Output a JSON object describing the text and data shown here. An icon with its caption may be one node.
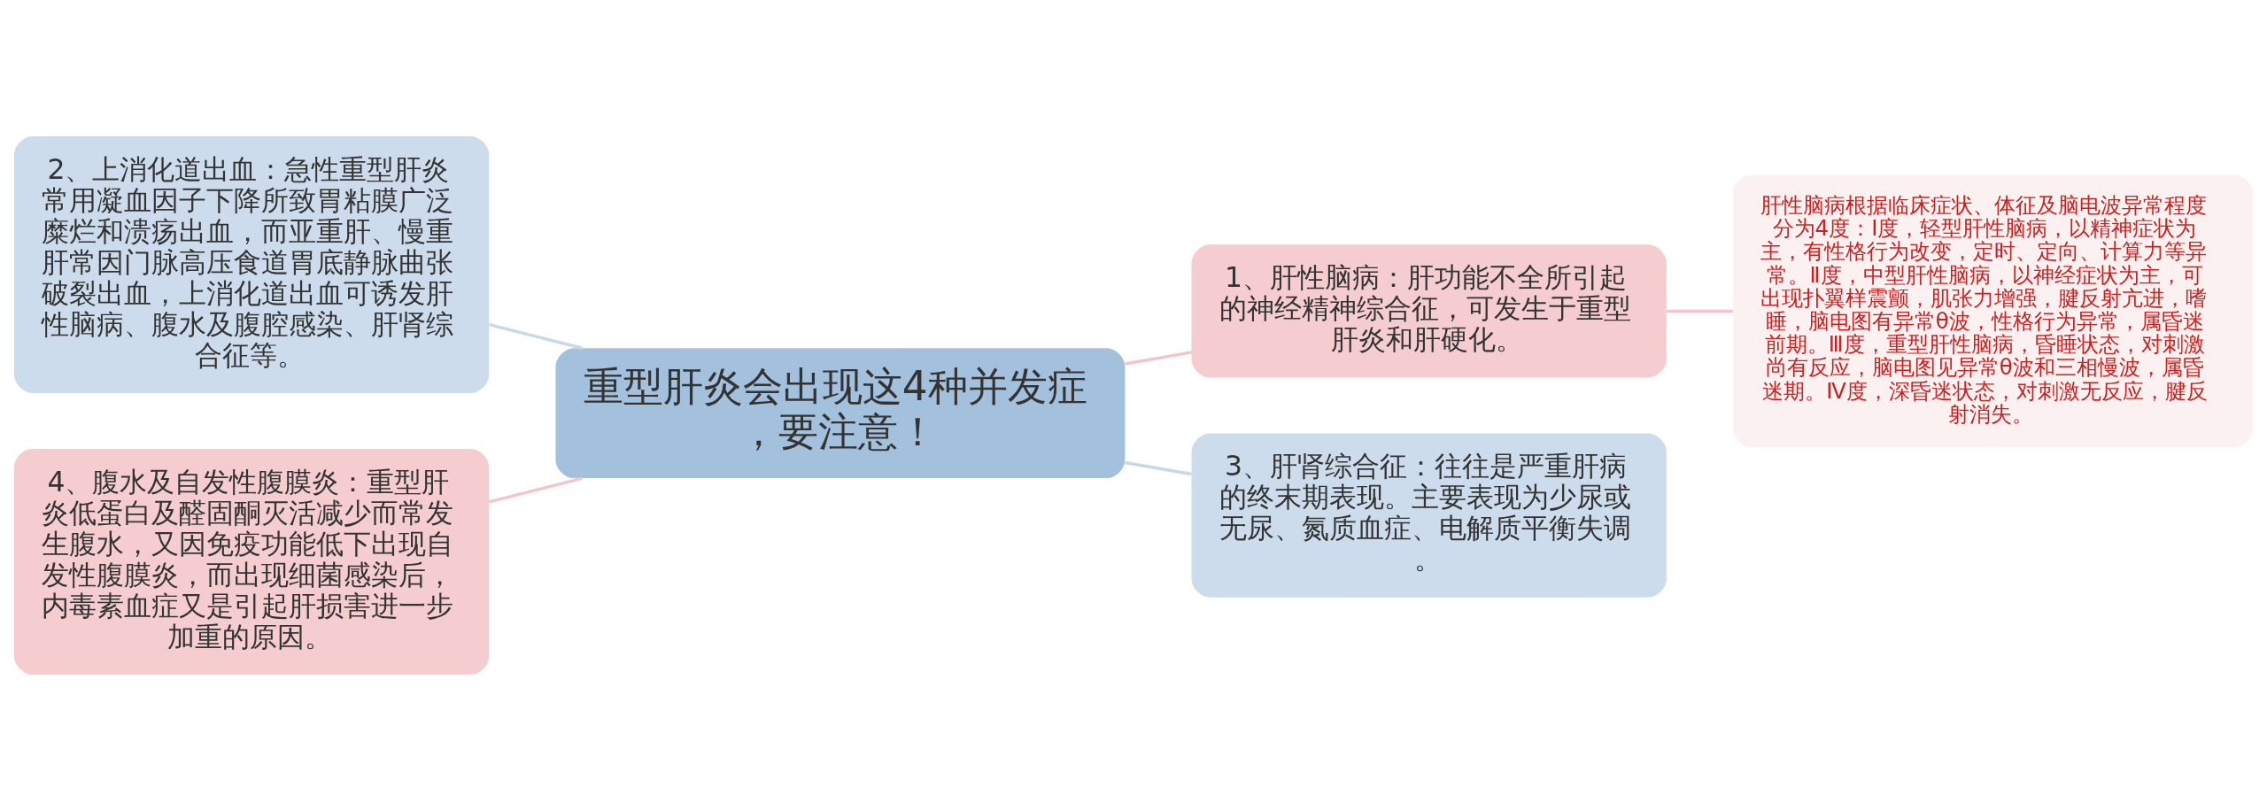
{
  "diagram": {
    "nodes": [
      {
        "text": [
          "重型肝炎会出现这4种并发症，要注意！"
        ]
      },
      {
        "text": [
          "2、上消化道出血：急性重型肝炎常用凝血因子下降所致胃粘膜广泛糜烂和溃疡出血，而亚重肝、慢重肝常因门脉高压食道胃底静脉曲张破裂出血，上消化道出血可诱发肝性脑病、腹水及腹腔感染、肝肾综合征等。"
        ]
      },
      {
        "text": [
          "4、腹水及自发性腹膜炎：重型肝炎低蛋白及醛固酮灭活减少而常发生腹水，又因免疫功能低下出现自发性腹膜炎，而出现细菌感染后，内毒素血症又是引起肝损害进一步加重的原因。"
        ]
      },
      {
        "text": [
          "1、肝性脑病：肝功能不全所引起的神经精神综合征，可发生于重型肝炎和肝硬化。"
        ]
      },
      {
        "text": [
          "肝性脑病根据临床症状、体征及脑电波异常程度分为4度：Ⅰ度，轻型肝性脑病，以精神症状为主，有性格行为改变，定时、定向、计算力等异常。Ⅱ度，中型肝性脑病，以神经症状为主，可出现扑翼样震颤，肌张力增强，腱反射亢进，嗜睡，脑电图有异常θ波，性格行为异常，属昏迷前期。Ⅲ度，重型肝性脑病，昏睡状态，对刺激尚有反应，脑电图见异常θ波和三相慢波，属昏迷期。Ⅳ度，深昏迷状态，对刺激无反应，腱反射消失。"
        ]
      },
      {
        "text": [
          "3、肝肾综合征：往往是严重肝病的终末期表现。主要表现为少尿或无尿、氮质血症、电解质平衡失调。"
        ]
      }
    ],
    "edges": [
      {
        "from": 0,
        "to": 1,
        "arrow": "none",
        "color": "#c8d8e8"
      },
      {
        "from": 0,
        "to": 2,
        "arrow": "none"
      },
      {
        "from": 0,
        "to": 3,
        "arrow": "none"
      },
      {
        "from": 0,
        "to": 5,
        "arrow": "none",
        "color": "#c8d8e8"
      },
      {
        "from": 3,
        "to": 4,
        "arrow": "none"
      }
    ]
  }
}
